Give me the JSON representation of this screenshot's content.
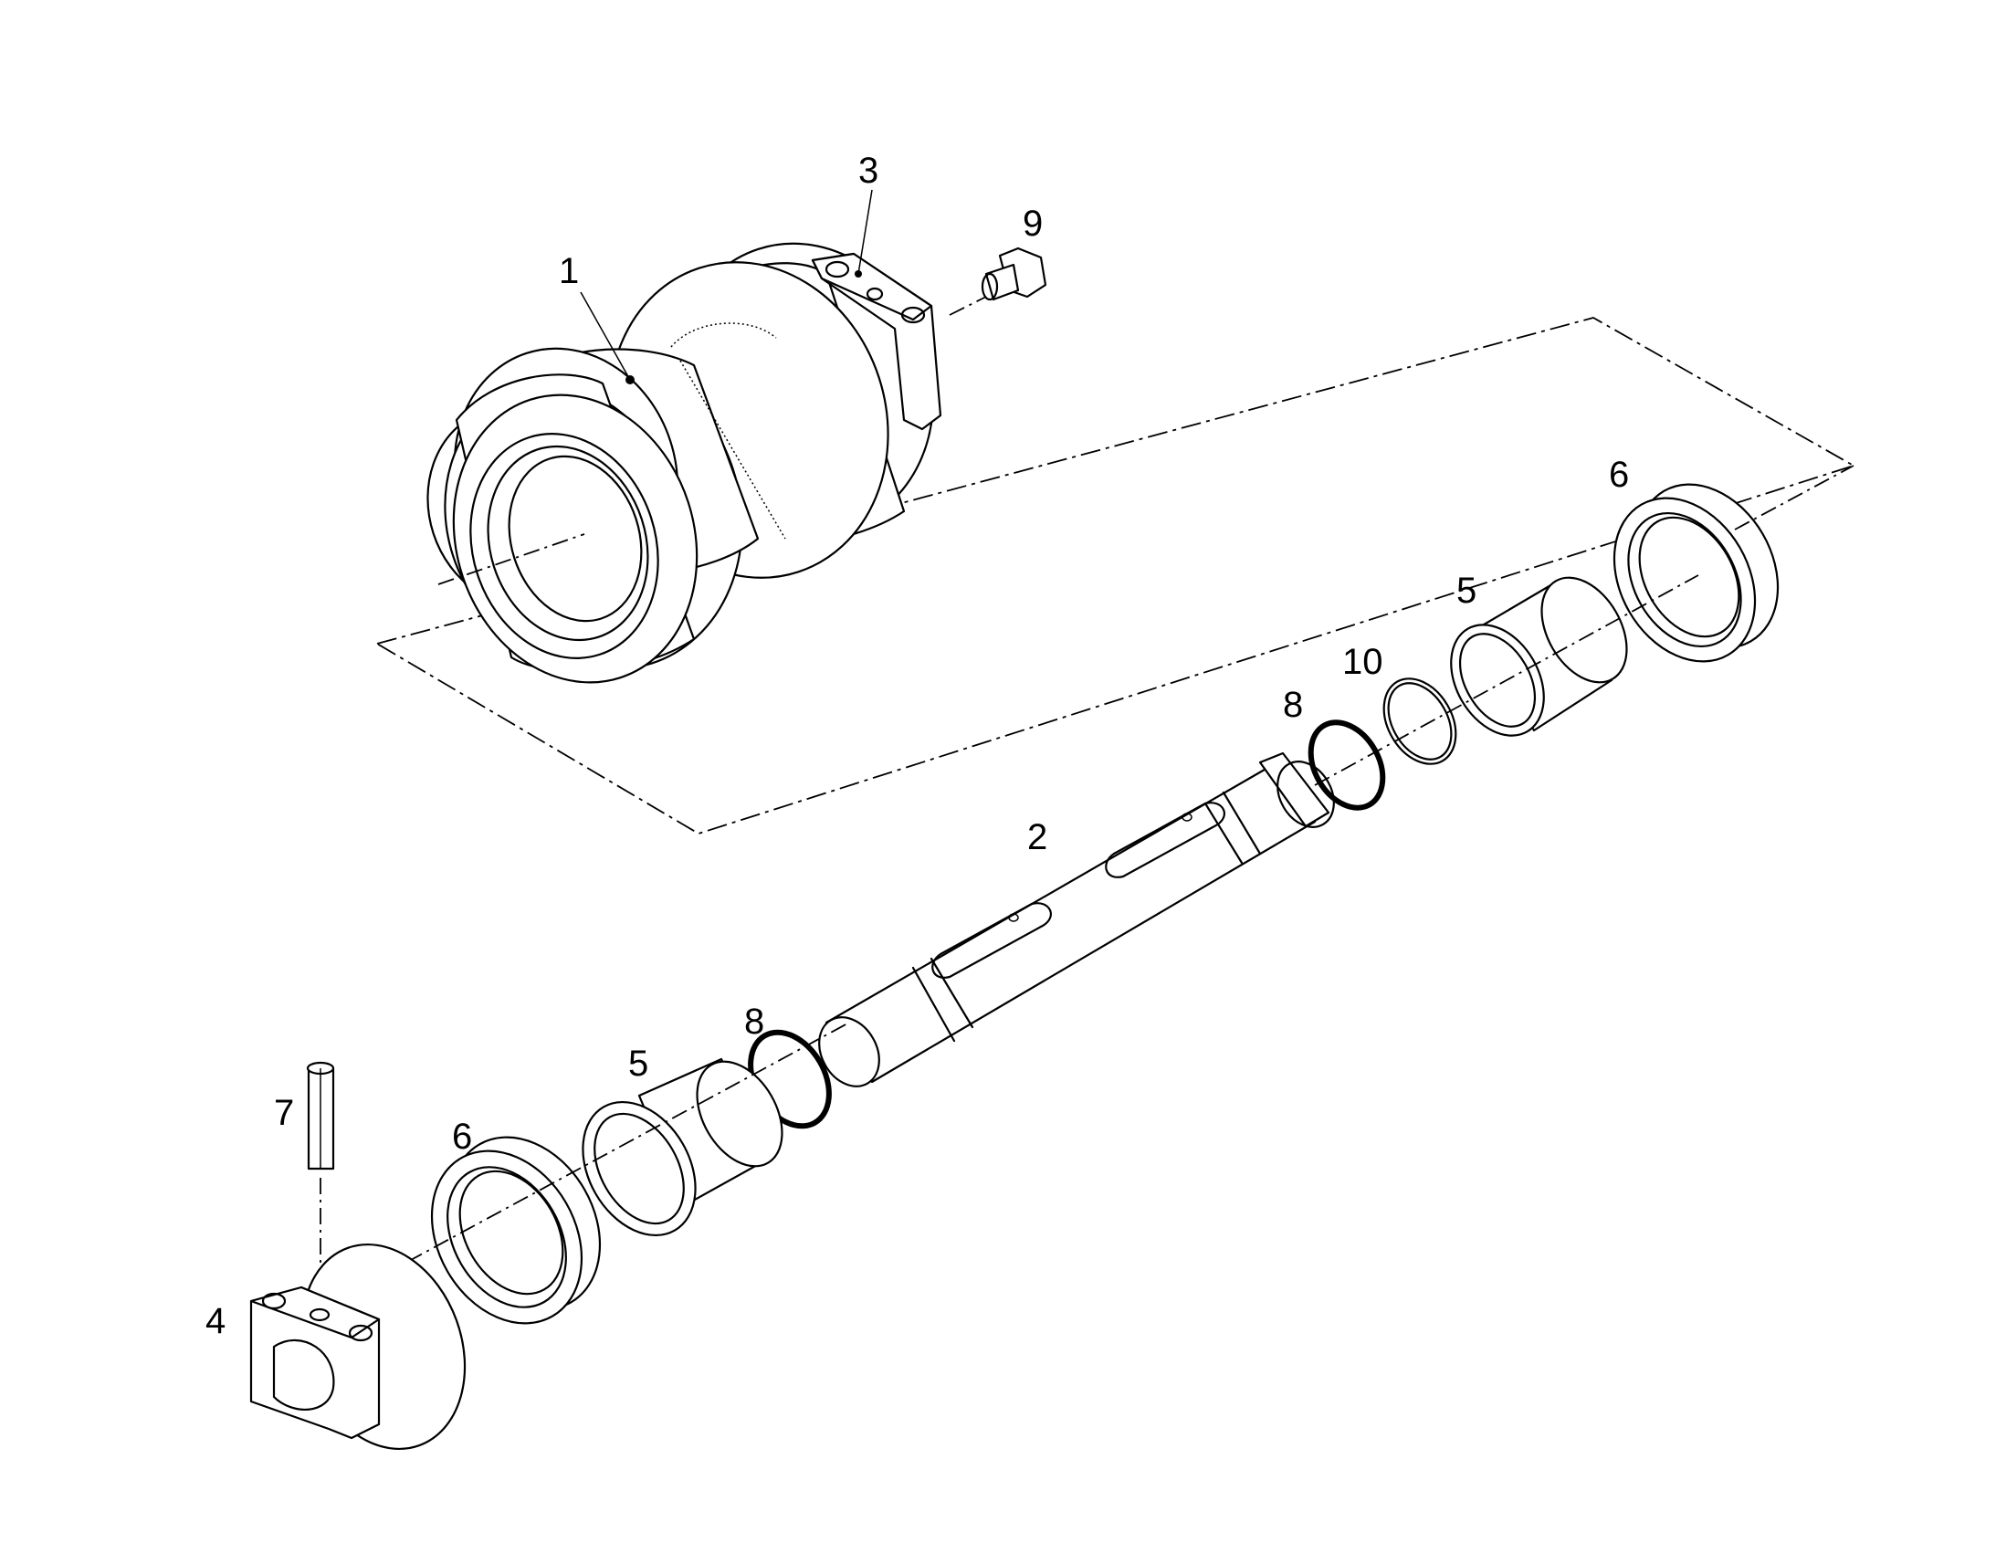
{
  "callouts": [
    {
      "id": "c1",
      "text": "1"
    },
    {
      "id": "c2",
      "text": "2"
    },
    {
      "id": "c3",
      "text": "3"
    },
    {
      "id": "c4",
      "text": "4"
    },
    {
      "id": "c5a",
      "text": "5"
    },
    {
      "id": "c5b",
      "text": "5"
    },
    {
      "id": "c6a",
      "text": "6"
    },
    {
      "id": "c6b",
      "text": "6"
    },
    {
      "id": "c7",
      "text": "7"
    },
    {
      "id": "c8a",
      "text": "8"
    },
    {
      "id": "c8b",
      "text": "8"
    },
    {
      "id": "c9",
      "text": "9"
    },
    {
      "id": "c10",
      "text": "10"
    }
  ],
  "colors": {
    "line": "#000000",
    "background": "#ffffff"
  }
}
